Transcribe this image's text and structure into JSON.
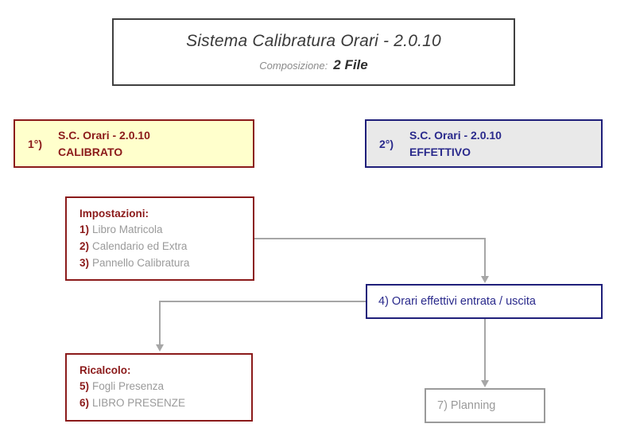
{
  "title_box": {
    "main": "Sistema Calibratura Orari - 2.0.10",
    "sub_label": "Composizione:",
    "sub_value": "2 File"
  },
  "headers": [
    {
      "ordinal": "1°)",
      "line1": "S.C. Orari - 2.0.10",
      "line2": "CALIBRATO",
      "border_color": "#8b1a1a",
      "fill_color": "#ffffcc",
      "text_color": "#8b1a1a"
    },
    {
      "ordinal": "2°)",
      "line1": "S.C. Orari - 2.0.10",
      "line2": "EFFETTIVO",
      "border_color": "#1f1f7a",
      "fill_color": "#e9e9e9",
      "text_color": "#2a2a8c"
    }
  ],
  "impostazioni": {
    "heading": "Impostazioni:",
    "items": [
      {
        "num": "1)",
        "text": "Libro Matricola"
      },
      {
        "num": "2)",
        "text": "Calendario ed Extra"
      },
      {
        "num": "3)",
        "text": "Pannello Calibratura"
      }
    ]
  },
  "orari_effettivi": {
    "label": "4) Orari effettivi entrata / uscita"
  },
  "ricalcolo": {
    "heading": "Ricalcolo:",
    "items": [
      {
        "num": "5)",
        "text": "Fogli Presenza"
      },
      {
        "num": "6)",
        "text": "LIBRO PRESENZE"
      }
    ]
  },
  "planning": {
    "label": "7) Planning"
  },
  "colors": {
    "dark_red": "#8b1a1a",
    "navy": "#1f1f7a",
    "navy_text": "#2a2a8c",
    "gray": "#9a9a9a",
    "connector_gray": "#a6a6a6",
    "title_border": "#404040",
    "cream": "#ffffcc",
    "light_gray": "#e9e9e9"
  }
}
